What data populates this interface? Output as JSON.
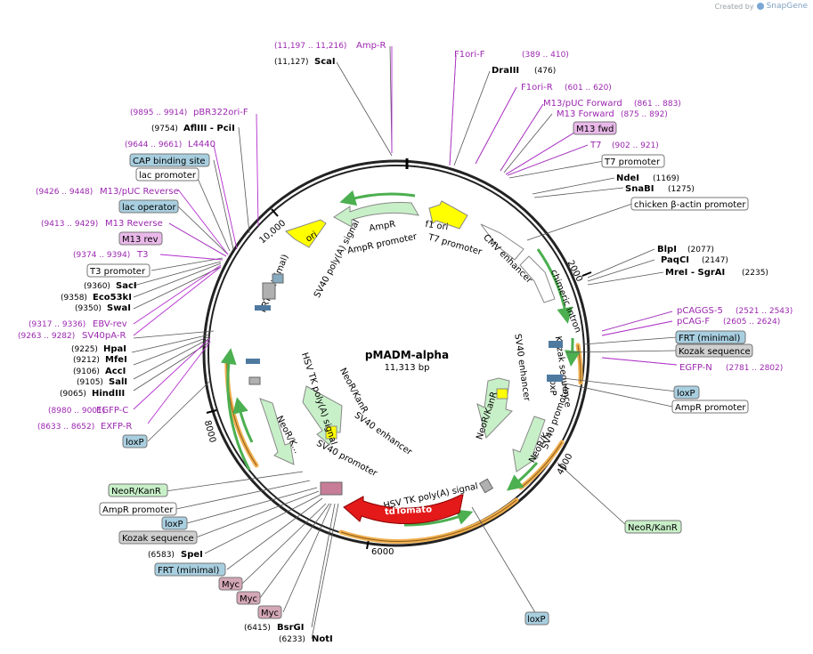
{
  "credit": {
    "created_by": "Created by",
    "app": "SnapGene"
  },
  "plasmid": {
    "name": "pMADM-alpha",
    "length": "11,313 bp",
    "total_bp": 11313
  },
  "colors": {
    "primer": "#9c27b0",
    "enzyme": "#000000",
    "feature_blue": "#a8cfe0",
    "feature_pink": "#e9b8e9",
    "feature_mauve": "#d4a7b6",
    "feature_green": "#c8f0c8",
    "gray": "#cfcfcf",
    "white_box": "#ffffff"
  },
  "ticks": [
    "2000",
    "4000",
    "6000",
    "8000",
    "10,000"
  ],
  "labels": [
    {
      "pos": "(11,197 .. 11,216)",
      "name": "Amp-R",
      "kind": "primer"
    },
    {
      "pos": "(11,127)",
      "name": "ScaI",
      "kind": "enzyme"
    },
    {
      "pos": "",
      "name": "F1ori-F",
      "kind": "primer"
    },
    {
      "pos": "(389 .. 410)",
      "name": "",
      "kind": "primer"
    },
    {
      "pos": "(476)",
      "name": "DraIII",
      "kind": "enzyme"
    },
    {
      "pos": "(601 .. 620)",
      "name": "F1ori-R",
      "kind": "primer"
    },
    {
      "pos": "(861 .. 883)",
      "name": "M13/pUC Forward",
      "kind": "primer"
    },
    {
      "pos": "(875 .. 892)",
      "name": "M13 Forward",
      "kind": "primer"
    },
    {
      "pos": "",
      "name": "M13 fwd",
      "kind": "pink"
    },
    {
      "pos": "(902 .. 921)",
      "name": "T7",
      "kind": "primer"
    },
    {
      "pos": "",
      "name": "T7 promoter",
      "kind": "white"
    },
    {
      "pos": "(1169)",
      "name": "NdeI",
      "kind": "enzyme"
    },
    {
      "pos": "(1275)",
      "name": "SnaBI",
      "kind": "enzyme"
    },
    {
      "pos": "",
      "name": "chicken β-actin promoter",
      "kind": "white"
    },
    {
      "pos": "(2077)",
      "name": "BlpI",
      "kind": "enzyme"
    },
    {
      "pos": "(2147)",
      "name": "PaqCI",
      "kind": "enzyme"
    },
    {
      "pos": "(2235)",
      "name": "MreI - SgrAI",
      "kind": "enzyme"
    },
    {
      "pos": "(2521 .. 2543)",
      "name": "pCAGGS-5",
      "kind": "primer"
    },
    {
      "pos": "(2605 .. 2624)",
      "name": "pCAG-F",
      "kind": "primer"
    },
    {
      "pos": "",
      "name": "FRT (minimal)",
      "kind": "blue"
    },
    {
      "pos": "",
      "name": "Kozak sequence",
      "kind": "gray"
    },
    {
      "pos": "(2781 .. 2802)",
      "name": "EGFP-N",
      "kind": "primer"
    },
    {
      "pos": "",
      "name": "loxP",
      "kind": "blue"
    },
    {
      "pos": "",
      "name": "AmpR promoter",
      "kind": "white"
    },
    {
      "pos": "",
      "name": "NeoR/KanR",
      "kind": "green"
    },
    {
      "pos": "",
      "name": "loxP",
      "kind": "blue"
    },
    {
      "pos": "(6233)",
      "name": "NotI",
      "kind": "enzyme"
    },
    {
      "pos": "(6415)",
      "name": "BsrGI",
      "kind": "enzyme"
    },
    {
      "pos": "",
      "name": "Myc",
      "kind": "mauve"
    },
    {
      "pos": "",
      "name": "Myc",
      "kind": "mauve"
    },
    {
      "pos": "",
      "name": "Myc",
      "kind": "mauve"
    },
    {
      "pos": "",
      "name": "FRT (minimal)",
      "kind": "blue"
    },
    {
      "pos": "(6583)",
      "name": "SpeI",
      "kind": "enzyme"
    },
    {
      "pos": "",
      "name": "Kozak sequence",
      "kind": "gray"
    },
    {
      "pos": "",
      "name": "loxP",
      "kind": "blue"
    },
    {
      "pos": "",
      "name": "AmpR promoter",
      "kind": "white"
    },
    {
      "pos": "",
      "name": "NeoR/KanR",
      "kind": "green"
    },
    {
      "pos": "",
      "name": "loxP",
      "kind": "blue"
    },
    {
      "pos": "(8633 .. 8652)",
      "name": "EXFP-R",
      "kind": "primer"
    },
    {
      "pos": "(8980 .. 9001)",
      "name": "EGFP-C",
      "kind": "primer"
    },
    {
      "pos": "(9065)",
      "name": "HindIII",
      "kind": "enzyme"
    },
    {
      "pos": "(9105)",
      "name": "SalI",
      "kind": "enzyme"
    },
    {
      "pos": "(9106)",
      "name": "AccI",
      "kind": "enzyme"
    },
    {
      "pos": "(9212)",
      "name": "MfeI",
      "kind": "enzyme"
    },
    {
      "pos": "(9225)",
      "name": "HpaI",
      "kind": "enzyme"
    },
    {
      "pos": "(9263 .. 9282)",
      "name": "SV40pA-R",
      "kind": "primer"
    },
    {
      "pos": "(9317 .. 9336)",
      "name": "EBV-rev",
      "kind": "primer"
    },
    {
      "pos": "(9350)",
      "name": "SwaI",
      "kind": "enzyme"
    },
    {
      "pos": "(9358)",
      "name": "Eco53kI",
      "kind": "enzyme"
    },
    {
      "pos": "(9360)",
      "name": "SacI",
      "kind": "enzyme"
    },
    {
      "pos": "",
      "name": "T3 promoter",
      "kind": "white"
    },
    {
      "pos": "(9374 .. 9394)",
      "name": "T3",
      "kind": "primer"
    },
    {
      "pos": "",
      "name": "M13 rev",
      "kind": "pink"
    },
    {
      "pos": "(9413 .. 9429)",
      "name": "M13 Reverse",
      "kind": "primer"
    },
    {
      "pos": "(9426 .. 9448)",
      "name": "M13/pUC Reverse",
      "kind": "primer"
    },
    {
      "pos": "",
      "name": "lac operator",
      "kind": "blue"
    },
    {
      "pos": "",
      "name": "lac promoter",
      "kind": "white"
    },
    {
      "pos": "",
      "name": "CAP binding site",
      "kind": "blue"
    },
    {
      "pos": "(9644 .. 9661)",
      "name": "L4440",
      "kind": "primer"
    },
    {
      "pos": "(9754)",
      "name": "AflIII - PciI",
      "kind": "enzyme"
    },
    {
      "pos": "(9895 .. 9914)",
      "name": "pBR322ori-F",
      "kind": "primer"
    }
  ],
  "features": [
    {
      "name": "ori"
    },
    {
      "name": "AmpR"
    },
    {
      "name": "AmpR promoter"
    },
    {
      "name": "f1 ori"
    },
    {
      "name": "T7 promoter"
    },
    {
      "name": "CMV enhancer"
    },
    {
      "name": "chimeric intron"
    },
    {
      "name": "loxP"
    },
    {
      "name": "Kozak sequence"
    },
    {
      "name": "SV40 enhancer"
    },
    {
      "name": "NeoR/KanR"
    },
    {
      "name": "SV40 promoter"
    },
    {
      "name": "NeoR/K..."
    },
    {
      "name": "HSV TK poly(A) signal"
    },
    {
      "name": "tdTomato"
    },
    {
      "name": "SV40 promoter"
    },
    {
      "name": "SV40 enhancer"
    },
    {
      "name": "NeoR/KanR"
    },
    {
      "name": "NeoR/K..."
    },
    {
      "name": "HSV TK poly(A) signal"
    },
    {
      "name": "FRT (minimal)"
    },
    {
      "name": "SV40 poly(A) signal"
    }
  ]
}
